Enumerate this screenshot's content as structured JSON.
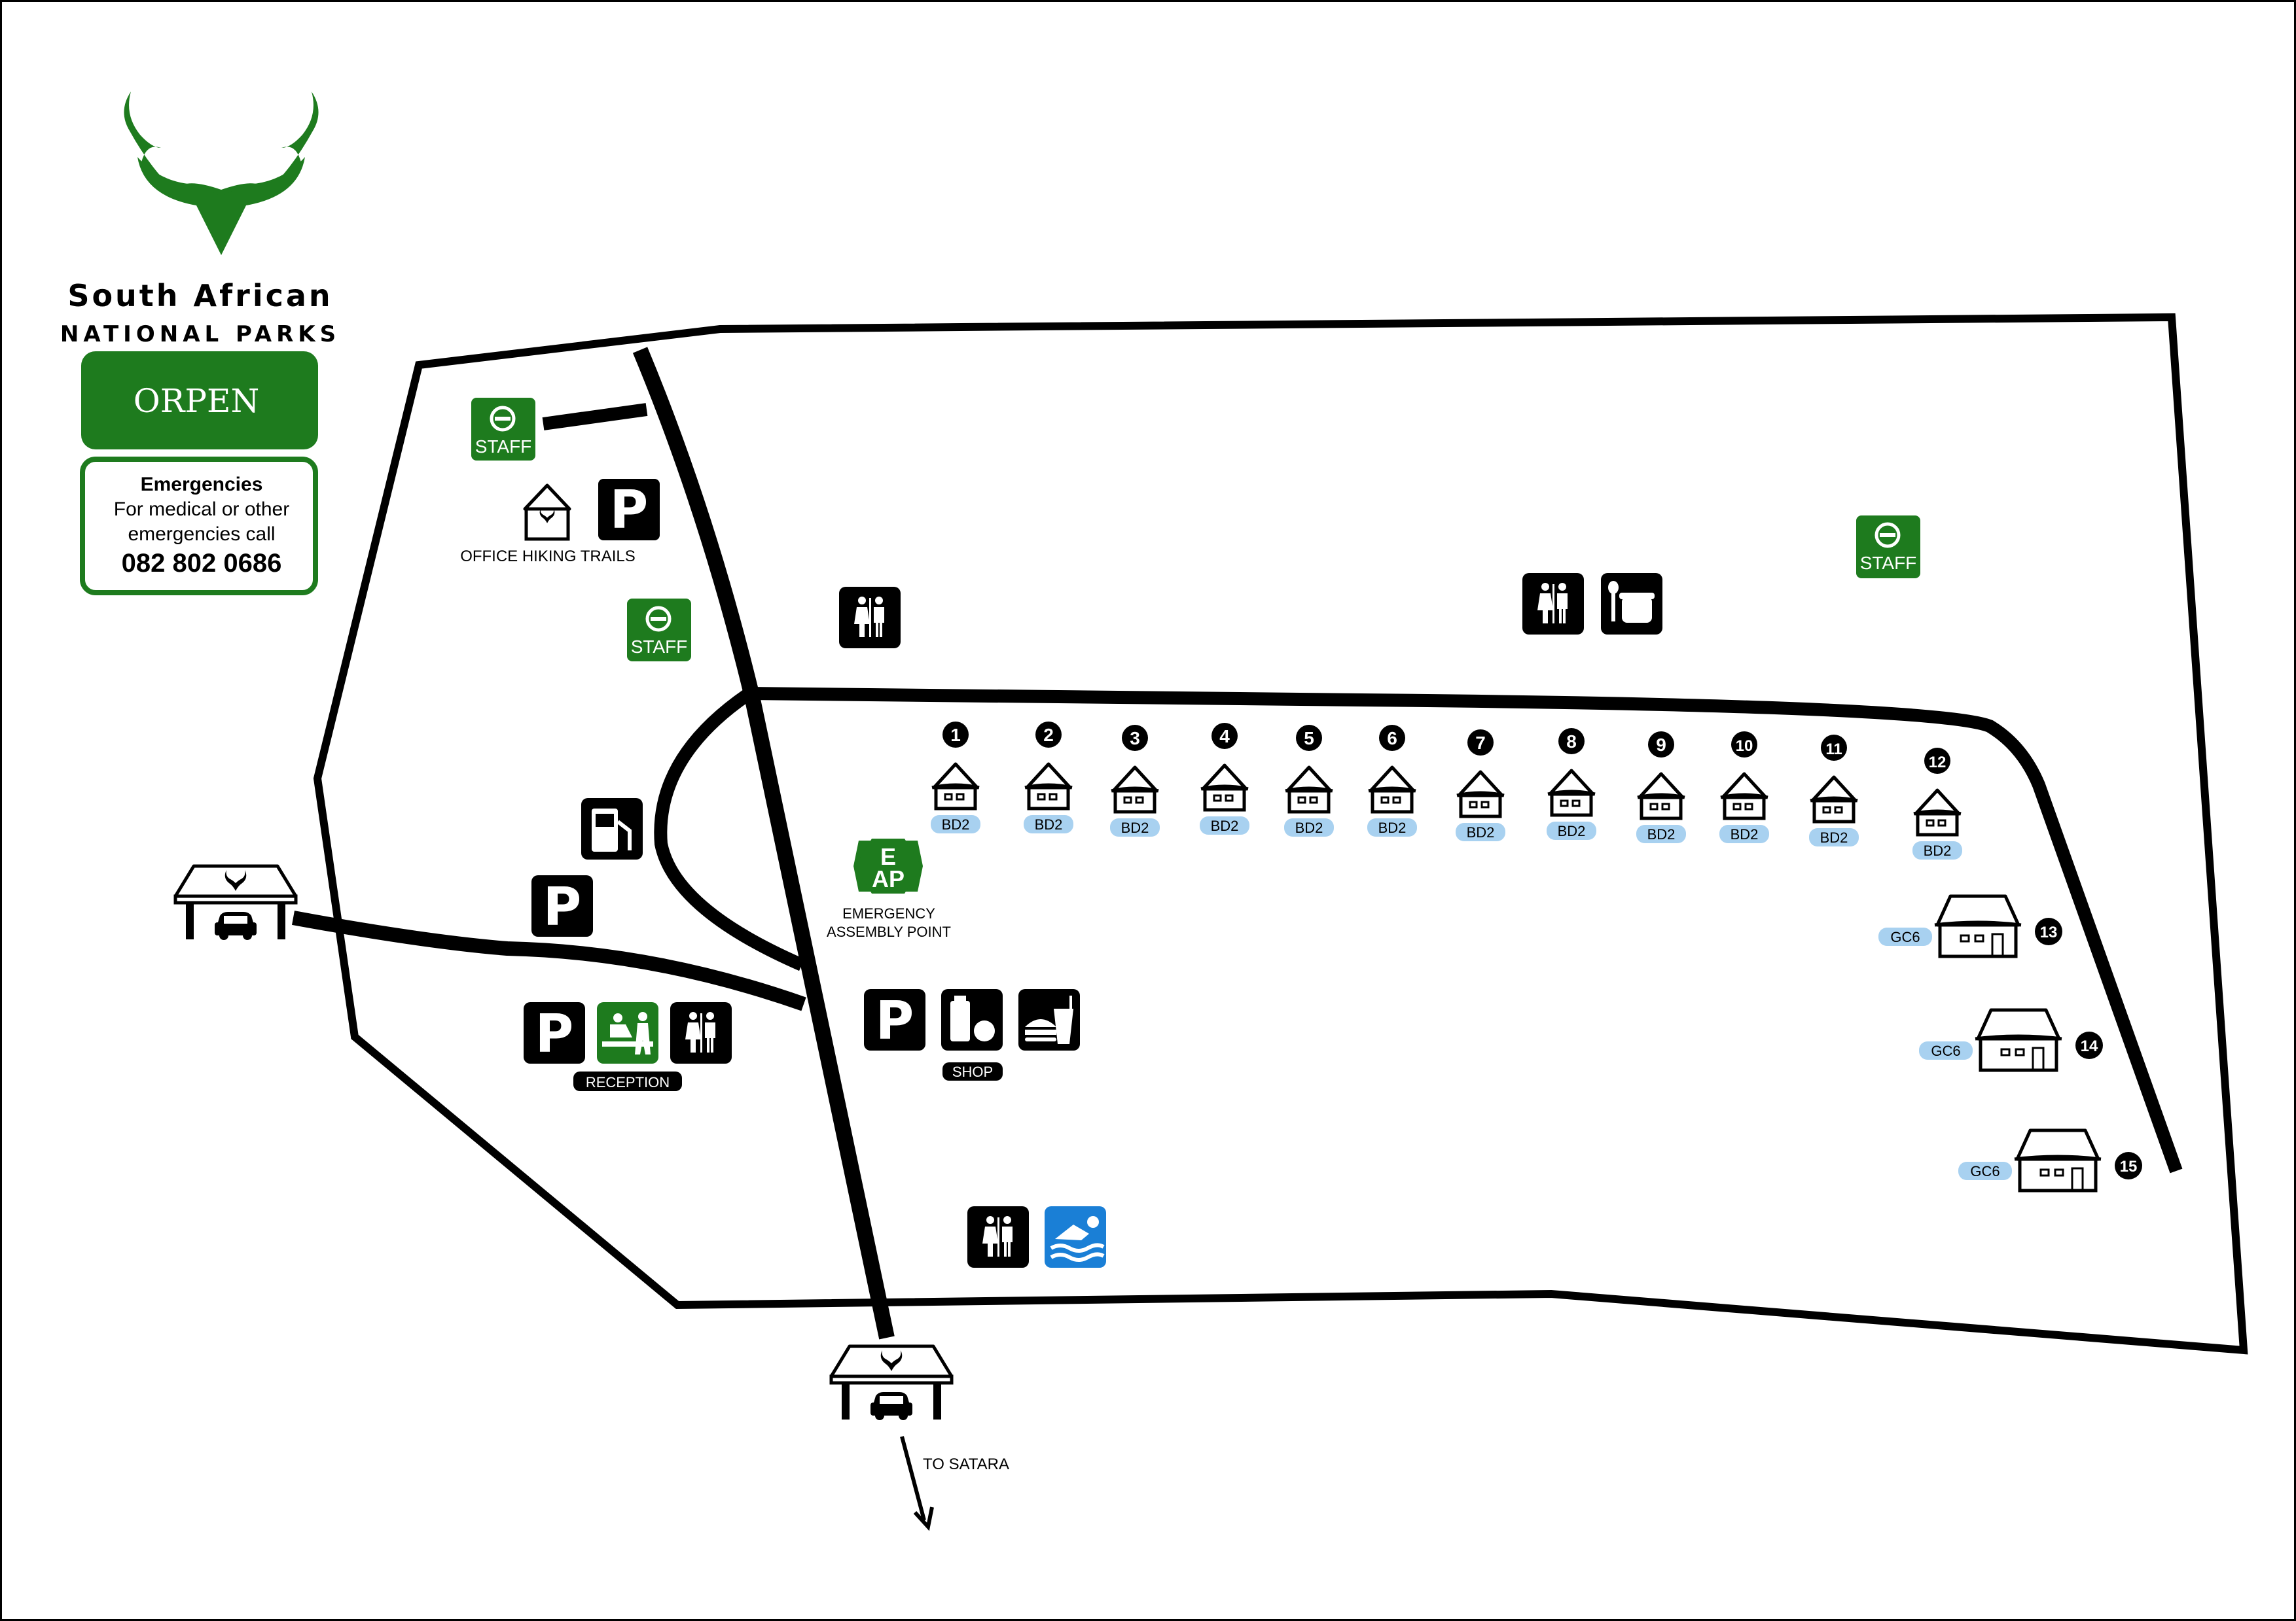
{
  "brand": {
    "line1": "South African",
    "line2": "NATIONAL PARKS",
    "camp": "ORPEN",
    "green": "#1e7b1e"
  },
  "emergency": {
    "title": "Emergencies",
    "line1": "For medical or other",
    "line2": "emergencies call",
    "phone": "082 802 0686"
  },
  "labels": {
    "staff": "STAFF",
    "office": "OFFICE HIKING TRAILS",
    "reception": "RECEPTION",
    "shop": "SHOP",
    "eap_e": "E",
    "eap_ap": "AP",
    "eap_line1": "EMERGENCY",
    "eap_line2": "ASSEMBLY POINT",
    "to_satara": "TO SATARA"
  },
  "icons": {
    "parking": "P",
    "gate": "gate-icon",
    "toilets": "toilets-icon",
    "kitchen": "communal-kitchen-icon",
    "fuel": "fuel-icon",
    "shop": "shop-icon",
    "restaurant": "restaurant-icon",
    "swimming": "swimming-pool-icon",
    "reception": "reception-icon",
    "staff": "staff-no-entry-icon",
    "office": "office-icon"
  },
  "colors": {
    "blue_tag": "#a8d1f0",
    "pool": "#1a7fd6",
    "black": "#000000"
  },
  "huts": [
    {
      "num": "1",
      "type": "BD2"
    },
    {
      "num": "2",
      "type": "BD2"
    },
    {
      "num": "3",
      "type": "BD2"
    },
    {
      "num": "4",
      "type": "BD2"
    },
    {
      "num": "5",
      "type": "BD2"
    },
    {
      "num": "6",
      "type": "BD2"
    },
    {
      "num": "7",
      "type": "BD2"
    },
    {
      "num": "8",
      "type": "BD2"
    },
    {
      "num": "9",
      "type": "BD2"
    },
    {
      "num": "10",
      "type": "BD2"
    },
    {
      "num": "11",
      "type": "BD2"
    },
    {
      "num": "12",
      "type": "BD2"
    }
  ],
  "cottages": [
    {
      "num": "13",
      "type": "GC6"
    },
    {
      "num": "14",
      "type": "GC6"
    },
    {
      "num": "15",
      "type": "GC6"
    }
  ]
}
